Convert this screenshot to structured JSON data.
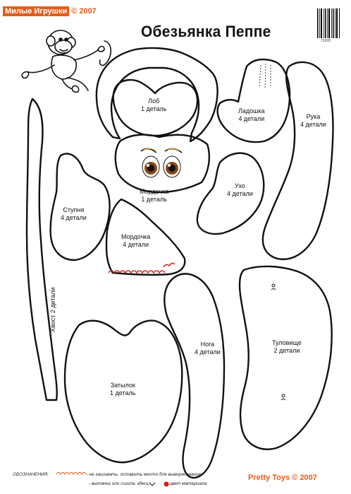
{
  "brand_top": {
    "name": "Милые Игрушки",
    "copy": "© 2007"
  },
  "title": "Обезьянка Пеппе",
  "code": "71205",
  "pieces": {
    "lob": {
      "name": "Лоб",
      "count": "1 деталь"
    },
    "ladoshka": {
      "name": "Ладошка",
      "count": "4 детали"
    },
    "ruka": {
      "name": "Рука",
      "count": "4 детали"
    },
    "mordochka_top": {
      "name": "Мордочка",
      "count": "1 деталь"
    },
    "ukho": {
      "name": "Ухо",
      "count": "4 детали"
    },
    "stupnya": {
      "name": "Ступня",
      "count": "4 детали"
    },
    "mordochka_low": {
      "name": "Мордочка",
      "count": "4 детали"
    },
    "khvost": {
      "name": "Хвост 2 детали"
    },
    "noga": {
      "name": "Нога",
      "count": "4 детали"
    },
    "tulovishche": {
      "name": "Туловище",
      "count": "2 детали"
    },
    "zatylok": {
      "name": "Затылок",
      "count": "1 деталь"
    }
  },
  "legend": {
    "label": "ОБОЗНАЧЕНИЯ:",
    "line1": "- не зашивать, оставить место для выворачивания;",
    "line2a": "- вытачка или сшить здесь;",
    "line2b": "- цвет материала."
  },
  "brand_bottom": {
    "name": "Pretty Toys",
    "copy": "© 2007"
  },
  "colors": {
    "accent": "#e35d1a",
    "stitch": "#d21e1e",
    "eye": "#8b4513"
  }
}
